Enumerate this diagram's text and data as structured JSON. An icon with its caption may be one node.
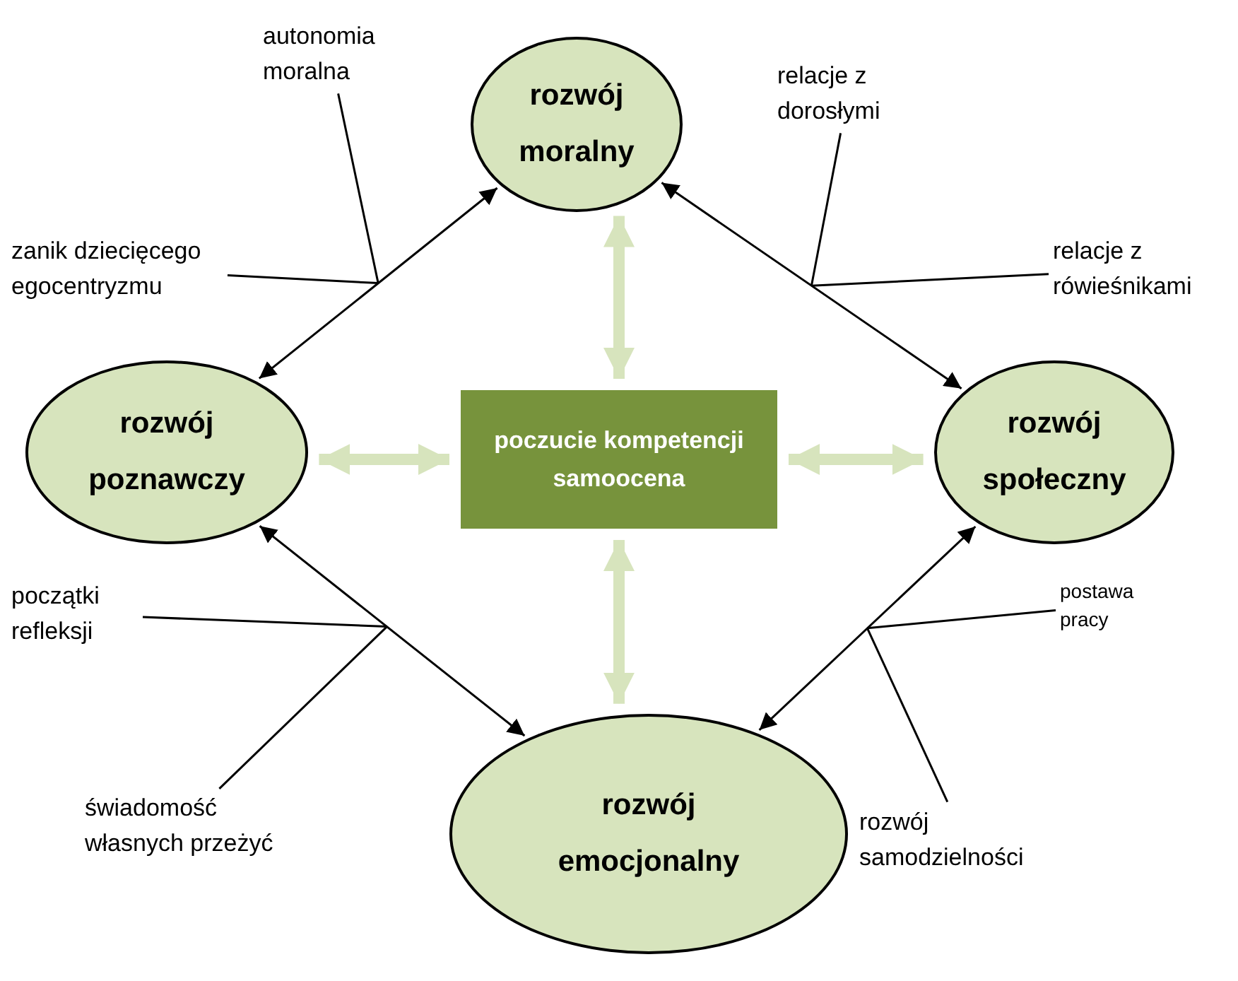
{
  "diagram": {
    "nodes": [
      {
        "text": [
          "rozwój moralny"
        ]
      },
      {
        "text": [
          "rozwój poznawczy"
        ]
      },
      {
        "text": [
          "poczucie kompetencji samoocena"
        ]
      },
      {
        "text": [
          "rozwój społeczny"
        ]
      },
      {
        "text": [
          "rozwój emocjonalny"
        ]
      },
      {
        "text": [
          "autonomia moralna"
        ]
      },
      {
        "text": [
          "relacje z dorosłymi"
        ]
      },
      {
        "text": [
          "zanik dziecięcego egocentryzmu"
        ]
      },
      {
        "text": [
          "relacje z rówieśnikami"
        ]
      },
      {
        "text": [
          "początki refleksji"
        ]
      },
      {
        "text": [
          "postawa pracy"
        ]
      },
      {
        "text": [
          "świadomość własnych przeżyć"
        ]
      },
      {
        "text": [
          "rozwój samodzielności"
        ]
      }
    ],
    "edges": [
      {
        "from": 0,
        "to": 1,
        "arrow": "both"
      },
      {
        "from": 0,
        "to": 3,
        "arrow": "both"
      },
      {
        "from": 1,
        "to": 4,
        "arrow": "both"
      },
      {
        "from": 3,
        "to": 4,
        "arrow": "both"
      },
      {
        "from": 2,
        "to": 0,
        "arrow": "both",
        "style": "thick",
        "color": "#d7e4bd"
      },
      {
        "from": 2,
        "to": 1,
        "arrow": "both",
        "style": "thick",
        "color": "#d7e4bd"
      },
      {
        "from": 2,
        "to": 3,
        "arrow": "both",
        "style": "thick",
        "color": "#d7e4bd"
      },
      {
        "from": 2,
        "to": 4,
        "arrow": "both",
        "style": "thick",
        "color": "#d7e4bd"
      },
      {
        "from": 5,
        "to": null,
        "arrow": "none"
      },
      {
        "from": 7,
        "to": null,
        "arrow": "none"
      },
      {
        "from": 6,
        "to": null,
        "arrow": "none"
      },
      {
        "from": 8,
        "to": null,
        "arrow": "none"
      },
      {
        "from": 9,
        "to": null,
        "arrow": "none"
      },
      {
        "from": 11,
        "to": null,
        "arrow": "none"
      },
      {
        "from": 10,
        "to": null,
        "arrow": "none"
      },
      {
        "from": 12,
        "to": null,
        "arrow": "none"
      }
    ]
  }
}
